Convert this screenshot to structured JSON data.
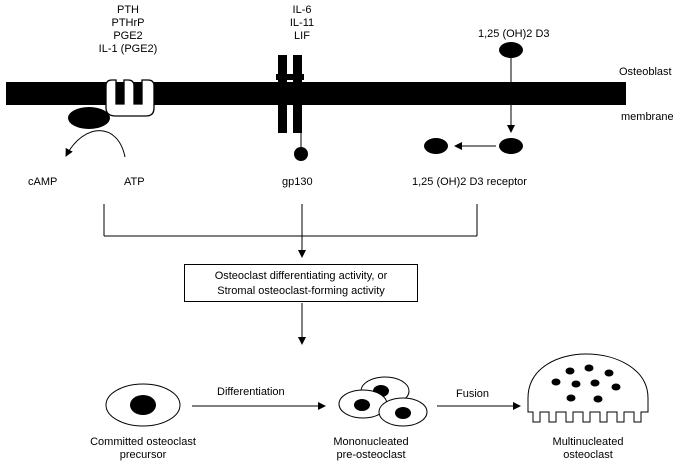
{
  "ligands": {
    "pth_group": [
      "PTH",
      "PTHrP",
      "PGE2",
      "IL-1 (PGE2)"
    ],
    "il_group": [
      "IL-6",
      "IL-11",
      "LIF"
    ],
    "vitd": "1,25 (OH)2 D3"
  },
  "membrane": {
    "label_top": "Osteoblast",
    "label_bottom": "membrane"
  },
  "signals": {
    "camp": "cAMP",
    "atp": "ATP",
    "gp130": "gp130",
    "vitd_receptor": "1,25 (OH)2 D3 receptor"
  },
  "center_box": {
    "line1": "Osteoclast differentiating activity, or",
    "line2": "Stromal osteoclast-forming activity"
  },
  "cells": {
    "committed": [
      "Committed osteoclast",
      "precursor"
    ],
    "mononucleated": [
      "Mononucleated",
      "pre-osteoclast"
    ],
    "multinucleated": [
      "Multinucleated",
      "osteoclast"
    ]
  },
  "arrows": {
    "differentiation": "Differentiation",
    "fusion": "Fusion"
  }
}
